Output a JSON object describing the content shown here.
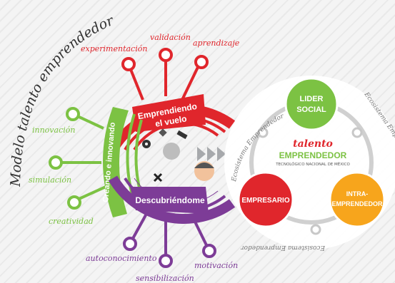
{
  "title": "Modelo talento emprendedor",
  "top_labels": [
    "experimentación",
    "validación",
    "aprendizaje"
  ],
  "left_labels": [
    "innovación",
    "simulación",
    "creatividad"
  ],
  "bottom_labels": [
    "autoconocimiento",
    "sensibilización",
    "motivación"
  ],
  "arc_labels": {
    "flying": "Emprendiendo el vuelo",
    "flying_line1": "Emprendiendo",
    "flying_line2": "el vuelo",
    "creating": "Creando e innovando",
    "discovering": "Descubriéndome"
  },
  "ring_label": "Ecosistema Emprendedor",
  "center": {
    "talento": "talento",
    "emprendedor": "EMPRENDEDOR",
    "tecnologico": "TECNOLÓGICO NACIONAL DE MÉXICO"
  },
  "circles": {
    "lider_1": "LIDER",
    "lider_2": "SOCIAL",
    "empresario": "EMPRESARIO",
    "intra_1": "INTRA-",
    "intra_2": "EMPRENDEDOR"
  },
  "colors": {
    "red": "#e0262c",
    "green": "#7cc243",
    "purple": "#7d3c97",
    "orange": "#f36f21",
    "yellow": "#f7a51c",
    "gray": "#a7a9ac"
  }
}
